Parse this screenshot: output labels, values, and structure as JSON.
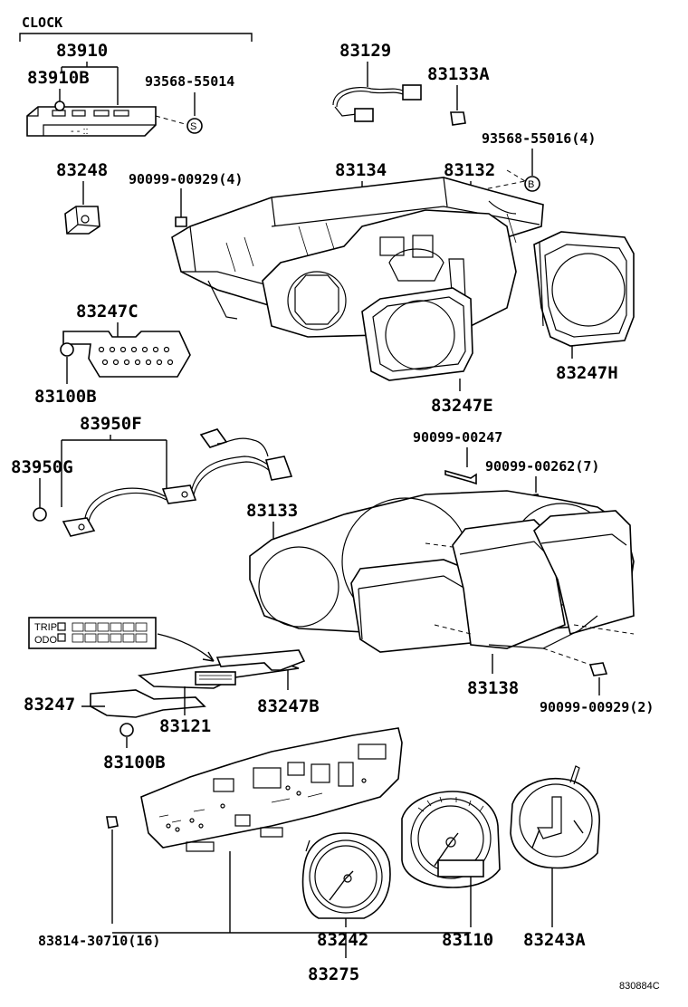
{
  "header": {
    "group_label": "CLOCK"
  },
  "labels": {
    "p83910": "83910",
    "p83910B": "83910B",
    "p93568_55014": "93568-55014",
    "p83248": "83248",
    "p90099_00929_4": "90099-00929(4)",
    "p83129": "83129",
    "p83133A": "83133A",
    "p93568_55016": "93568-55016(4)",
    "p83134": "83134",
    "p83132": "83132",
    "p83247C": "83247C",
    "p83100B_top": "83100B",
    "p83247H": "83247H",
    "p83247E": "83247E",
    "p83950F": "83950F",
    "p83950G": "83950G",
    "p90099_00247": "90099-00247",
    "p90099_00262": "90099-00262(7)",
    "p83133": "83133",
    "p83247": "83247",
    "p83121": "83121",
    "p83247B": "83247B",
    "p83138": "83138",
    "p90099_00929_2": "90099-00929(2)",
    "p83100B_bottom": "83100B",
    "p83814_30710": "83814-30710(16)",
    "p83242": "83242",
    "p83110": "83110",
    "p83243A": "83243A",
    "p83275": "83275"
  },
  "markers": {
    "s": "S",
    "b": "B"
  },
  "display": {
    "trip": "TRIP",
    "odo": "ODO"
  },
  "footer": {
    "diagram_code": "830884C"
  }
}
